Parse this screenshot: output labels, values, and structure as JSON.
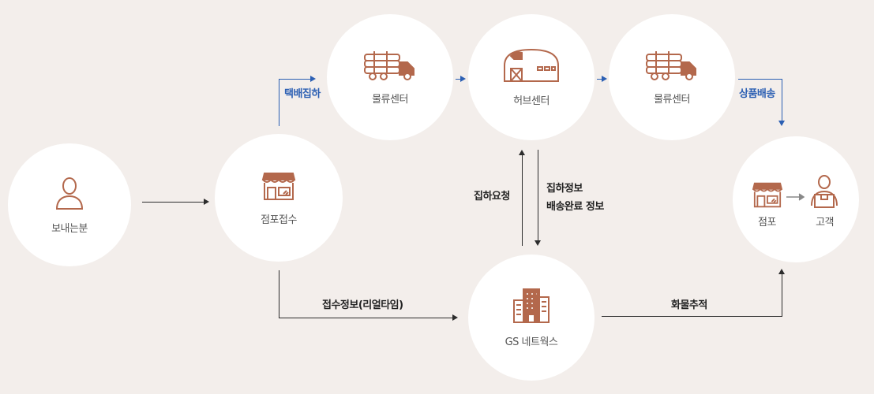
{
  "colors": {
    "icon": "#b3684c",
    "blue": "#2b5fb3",
    "line": "#2c2c2c",
    "background": "#f3eeeb"
  },
  "nodes": {
    "sender": {
      "label": "보내는분",
      "icon": "person-icon"
    },
    "store_receipt": {
      "label": "점포접수",
      "icon": "store-icon"
    },
    "logistics_1": {
      "label": "물류센터",
      "icon": "truck-icon"
    },
    "hub": {
      "label": "허브센터",
      "icon": "warehouse-icon"
    },
    "logistics_2": {
      "label": "물류센터",
      "icon": "truck-icon"
    },
    "gs_network": {
      "label": "GS 네트웍스",
      "icon": "building-icon"
    },
    "final": {
      "store_label": "점포",
      "customer_label": "고객"
    }
  },
  "edges": {
    "pickup": "택배집하",
    "delivery": "상품배송",
    "pickup_request": "집하요청",
    "pickup_info_1": "집하정보",
    "pickup_info_2": "배송완료 정보",
    "receipt_info": "접수정보(리얼타임)",
    "cargo_tracking": "화물추적"
  }
}
